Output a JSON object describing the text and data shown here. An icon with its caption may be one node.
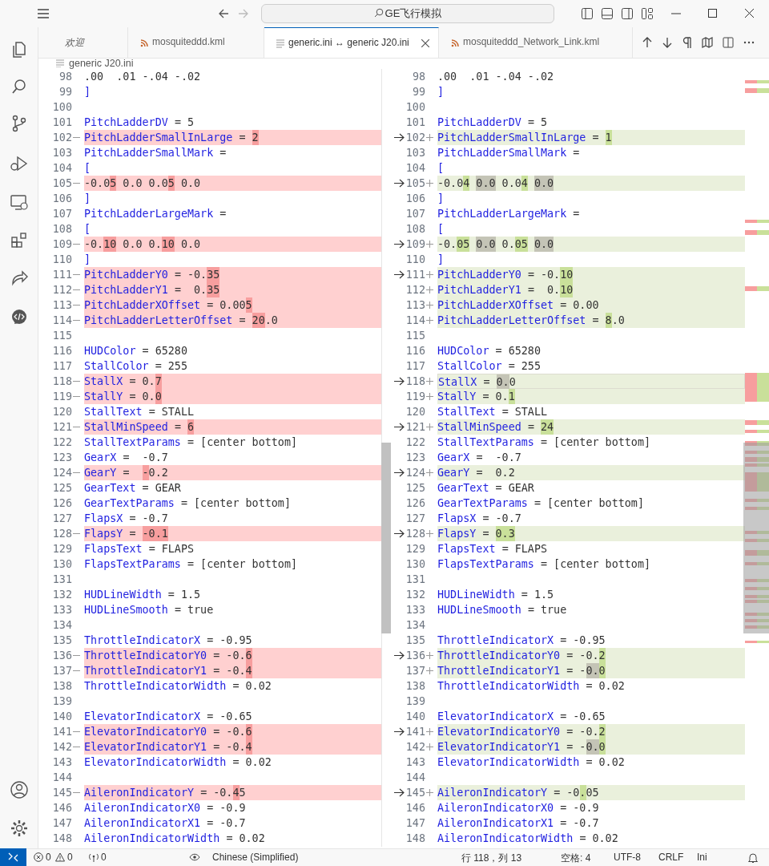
{
  "diagram": {
    "title": "GE飞行模拟",
    "nodes": [
      {
        "text": [
          "欢迎"
        ]
      },
      {
        "text": [
          "mosquiteddd.kml"
        ]
      },
      {
        "text": [
          "generic.ini ↔ generic J20.ini"
        ]
      },
      {
        "text": [
          "mosquiteddd_Network_Link.kml"
        ]
      }
    ],
    "labels": [
      "generic J20.ini",
      "98",
      ".00  .01 -.04 -.02",
      "98",
      ".00  .01 -.04 -.02",
      "99",
      "]",
      "99",
      "]",
      "100",
      "100",
      "101",
      "PitchLadderDV = 5",
      "101",
      "PitchLadderDV = 5",
      "102",
      "PitchLadderSmallInLarge = 2",
      "102",
      "PitchLadderSmallInLarge = 1",
      "103",
      "PitchLadderSmallMark =",
      "103",
      "PitchLadderSmallMark =",
      "104",
      "[",
      "104",
      "[",
      "105",
      "-0.05 0.0 0.05 0.0",
      "105",
      "-0.04 0.0 0.04 0.0",
      "106",
      "]",
      "106",
      "]",
      "107",
      "PitchLadderLargeMark =",
      "107",
      "PitchLadderLargeMark =",
      "108",
      "[",
      "108",
      "[",
      "109",
      "-0.10 0.0 0.10 0.0",
      "109",
      "-0.05 0.0 0.05 0.0",
      "110",
      "]",
      "110",
      "]",
      "111",
      "PitchLadderY0 = -0.35",
      "111",
      "PitchLadderY0 = -0.10",
      "112",
      "PitchLadderY1 =  0.35",
      "112",
      "PitchLadderY1 =  0.10",
      "113",
      "PitchLadderXOffset = 0.005",
      "113",
      "PitchLadderXOffset = 0.00",
      "114",
      "PitchLadderLetterOffset = 20.0",
      "114",
      "PitchLadderLetterOffset = 8.0",
      "115",
      "115",
      "116",
      "HUDColor = 65280",
      "116",
      "HUDColor = 65280",
      "117",
      "StallColor = 255",
      "117",
      "StallColor = 255",
      "118",
      "StallX = 0.7",
      "118",
      "StallX = 0.0",
      "119",
      "StallY = 0.0",
      "119",
      "StallY = 0.1",
      "120",
      "StallText = STALL",
      "120",
      "StallText = STALL",
      "121",
      "StallMinSpeed = 6",
      "121",
      "StallMinSpeed = 24",
      "122",
      "StallTextParams = [center bottom]",
      "122",
      "StallTextParams = [center bottom]",
      "123",
      "GearX =  -0.7",
      "123",
      "GearX =  -0.7",
      "124",
      "GearY =  -0.2",
      "124",
      "GearY =  0.2",
      "125",
      "GearText = GEAR",
      "125",
      "GearText = GEAR",
      "126",
      "GearTextParams = [center bottom]",
      "126",
      "GearTextParams = [center bottom]",
      "127",
      "FlapsX = -0.7",
      "127",
      "FlapsX = -0.7",
      "128",
      "FlapsY = -0.1",
      "128",
      "FlapsY = 0.3",
      "129",
      "FlapsText = FLAPS",
      "129",
      "FlapsText = FLAPS",
      "130",
      "FlapsTextParams = [center bottom]",
      "130",
      "FlapsTextParams = [center bottom]",
      "131",
      "131",
      "132",
      "HUDLineWidth = 1.5",
      "132",
      "HUDLineWidth = 1.5",
      "133",
      "HUDLineSmooth = true",
      "133",
      "HUDLineSmooth = true",
      "134",
      "134",
      "135",
      "ThrottleIndicatorX = -0.95",
      "135",
      "ThrottleIndicatorX = -0.95",
      "136",
      "ThrottleIndicatorY0 = -0.6",
      "136",
      "ThrottleIndicatorY0 = -0.2",
      "137",
      "ThrottleIndicatorY1 = -0.4",
      "137",
      "ThrottleIndicatorY1 = -0.0",
      "138",
      "ThrottleIndicatorWidth = 0.02",
      "138",
      "ThrottleIndicatorWidth = 0.02",
      "139",
      "139",
      "140",
      "ElevatorIndicatorX = -0.65",
      "140",
      "ElevatorIndicatorX = -0.65",
      "141",
      "ElevatorIndicatorY0 = -0.6",
      "141",
      "ElevatorIndicatorY0 = -0.2",
      "142",
      "ElevatorIndicatorY1 = -0.4",
      "142",
      "ElevatorIndicatorY1 = -0.0",
      "143",
      "ElevatorIndicatorWidth = 0.02",
      "143",
      "ElevatorIndicatorWidth = 0.02",
      "144",
      "144",
      "145",
      "AileronIndicatorY = -0.45",
      "145",
      "AileronIndicatorY = -0.05",
      "146",
      "AileronIndicatorX0 = -0.9",
      "146",
      "AileronIndicatorX0 = -0.9",
      "147",
      "AileronIndicatorX1 = -0.7",
      "147",
      "AileronIndicatorX1 = -0.7",
      "148",
      "AileronIndicatorWidth = 0.02",
      "148",
      "AileronIndicatorWidth = 0.02",
      "0",
      "0",
      "0",
      "Chinese (Simplified)",
      "行 118，列 13",
      "空格: 4",
      "UTF-8",
      "CRLF",
      "Ini"
    ]
  }
}
